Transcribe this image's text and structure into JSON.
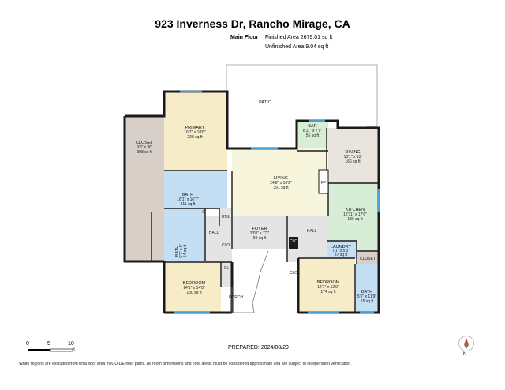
{
  "address": "923 Inverness Dr, Rancho Mirage, CA",
  "floor": {
    "name": "Main Floor",
    "finished_area": "Finished Area 2679.01 sq ft",
    "unfinished_area": "Unfinished Area 9.04 sq ft"
  },
  "rooms": {
    "patio": "PATIO",
    "closet_big": {
      "name": "CLOSET",
      "dims": "9'6\" x 36'",
      "area": "308 sq ft"
    },
    "primary": {
      "name": "PRIMARY",
      "dims": "16'7\" x 18'6\"",
      "area": "298 sq ft"
    },
    "bar": {
      "name": "BAR",
      "dims": "8'11\" x 7'9\"",
      "area": "56 sq ft"
    },
    "dining": {
      "name": "DINING",
      "dims": "13'1\" x 13'",
      "area": "166 sq ft"
    },
    "living": {
      "name": "LIVING",
      "dims": "24'8\" x 16'2\"",
      "area": "391 sq ft"
    },
    "fp": "FP",
    "bath_primary": {
      "name": "BATH",
      "dims": "16'1\" x 16'7\"",
      "area": "211 sq ft"
    },
    "kitchen": {
      "name": "KITCHEN",
      "dims": "12'11\" x 17'6\"",
      "area": "186 sq ft"
    },
    "util": "UTIL",
    "hall_left": "HALL",
    "hall_right": "HALL",
    "foyer": {
      "name": "FOYER",
      "dims": "13'8\" x 7'2\"",
      "area": "99 sq ft"
    },
    "laundry": {
      "name": "LAUNDRY",
      "dims": "7'1\" x 5'3\"",
      "area": "37 sq ft"
    },
    "closet_small": "CLOSET",
    "bath_small": {
      "name": "BATH",
      "dims": "5'7\" x 9'",
      "area": "54 sq ft"
    },
    "clo_a": "CLO",
    "clo_b": "CLO",
    "clo_c": "CLO",
    "cl": "CL",
    "c": "C",
    "bedroom_left": {
      "name": "BEDROOM",
      "dims": "14'1\" x 14'8\"",
      "area": "180 sq ft"
    },
    "bedroom_right": {
      "name": "BEDROOM",
      "dims": "14'1\" x 12'9\"",
      "area": "174 sq ft"
    },
    "bath_right": {
      "name": "BATH",
      "dims": "5'6\" x 11'9\"",
      "area": "65 sq ft"
    },
    "porch": "PORCH"
  },
  "scale": {
    "s0": "0",
    "s5": "5",
    "s10": "10",
    "unit": "ft"
  },
  "prepared": "PREPARED: 2024/08/29",
  "disclaimer": "White regions are excluded from total floor area in iGUIDE floor plans. All room dimensions and floor areas must be considered approximate and are subject to independent verification.",
  "compass_label": "N",
  "colors": {
    "closet": "#d7cfc8",
    "primary": "#f6edc8",
    "bath": "#c4def3",
    "living": "#f7f6dc",
    "kitchen": "#d8edd6",
    "dining": "#e9e4dc",
    "hall": "#e4e4e4",
    "bedroom": "#f6edc8",
    "wall": "#1a1a1a",
    "window": "#4a9fd4"
  }
}
